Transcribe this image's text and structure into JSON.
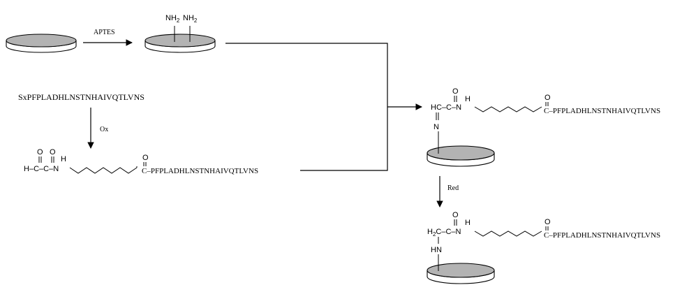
{
  "colors": {
    "disk_fill": "#b3b3b3",
    "stroke": "#000000",
    "background": "#ffffff"
  },
  "labels": {
    "aptes": "APTES",
    "ox": "Ox",
    "red": "Red",
    "peptide_free": "SxPFPLADHLNSTNHAIVQTLVNS",
    "peptide_chain": "PFPLADHLNSTNHAIVQTLVNS",
    "nh2": "NH",
    "sub2": "2",
    "atom_o": "O",
    "atom_h": "H",
    "atom_c": "C",
    "atom_n": "N",
    "atom_hn": "HN",
    "hc": "HC",
    "h2c_h": "H",
    "h2c_c": "C",
    "dash": "–",
    "h_dash": "H–",
    "c_dash": "C–",
    "dash_n": "–N",
    "c_dash_peptide": "C–PFPLADHLNSTNHAIVQTLVNS"
  }
}
